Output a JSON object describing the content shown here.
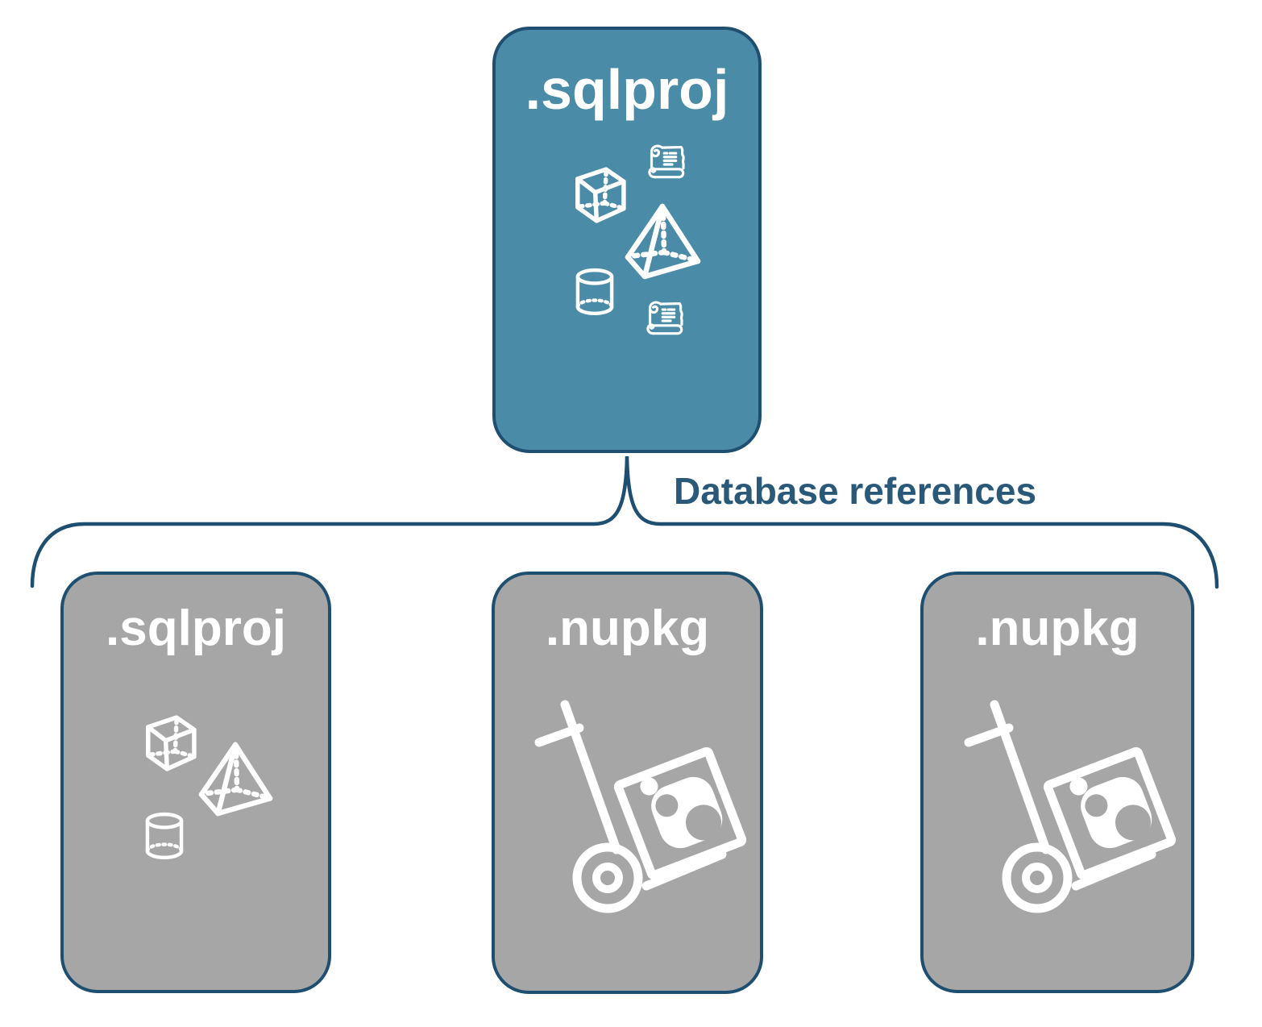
{
  "diagram_title": "SQL project database references diagram",
  "colors": {
    "accent_card_fill": "#4A8BA7",
    "gray_card_fill": "#A6A6A6",
    "card_border": "#1E4E70",
    "connector_line": "#1E4E70",
    "connector_label_text": "#2A5878",
    "card_label_text": "#FFFFFF",
    "icon_color": "#FFFFFF",
    "background": "#FFFFFF"
  },
  "root_card": {
    "label": ".sqlproj",
    "variant": "accent",
    "icons": [
      "scroll-icon",
      "cube-icon",
      "pyramid-icon",
      "cylinder-icon",
      "scroll-icon"
    ]
  },
  "connector": {
    "label": "Database references",
    "shape": "curly-brace"
  },
  "child_cards": [
    {
      "label": ".sqlproj",
      "variant": "gray",
      "icons": [
        "cube-icon",
        "pyramid-icon",
        "cylinder-icon"
      ]
    },
    {
      "label": ".nupkg",
      "variant": "gray",
      "icons": [
        "nuget-handtruck-icon"
      ]
    },
    {
      "label": ".nupkg",
      "variant": "gray",
      "icons": [
        "nuget-handtruck-icon"
      ]
    }
  ]
}
